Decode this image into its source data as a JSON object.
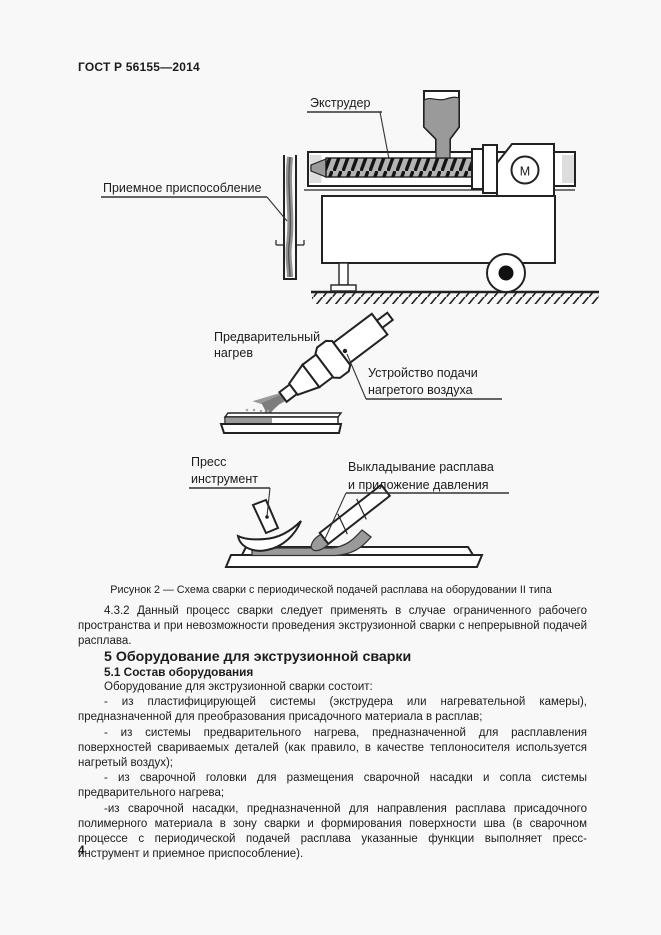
{
  "page": {
    "header": "ГОСТ Р 56155—2014",
    "page_number": "4"
  },
  "figure": {
    "labels": {
      "extruder": "Экструдер",
      "receiver": "Приемное приспособление",
      "preheat_line1": "Предварительный",
      "preheat_line2": "нагрев",
      "air_line1": "Устройство подачи",
      "air_line2": "нагретого воздуха",
      "press_line1": "Пресс",
      "press_line2": "инструмент",
      "melt_line1": "Выкладывание расплава",
      "melt_line2": "и приложение давления",
      "motor": "M"
    },
    "caption": "Рисунок 2 — Схема сварки с периодической подачей расплава на оборудовании II типа"
  },
  "content": {
    "para_432": "4.3.2 Данный процесс сварки следует применять в случае ограниченного рабочего пространства и при невозможности проведения экструзионной сварки с непрерывной подачей расплава.",
    "section5_title": "5 Оборудование для экструзионной сварки",
    "section51_title": "5.1 Состав оборудования",
    "intro": "Оборудование для экструзионной сварки состоит:",
    "items": [
      "- из пластифицирующей системы (экструдера или нагревательной камеры), предназначенной для преобразования присадочного материала в расплав;",
      "- из системы предварительного нагрева, предназначенной для расплавления поверхностей свариваемых деталей (как правило, в качестве теплоносителя используется нагретый воздух);",
      "- из сварочной головки для размещения сварочной насадки и сопла системы предварительного нагрева;",
      "-из сварочной насадки, предназначенной для направления расплава присадочного полимерного материала в зону сварки и формирования поверхности шва (в сварочном процессе с периодической подачей расплава указанные функции выполняет пресс-инструмент и приемное приспособление)."
    ]
  },
  "colors": {
    "ink": "#1c1c1c",
    "gray_fill": "#9a9a9a",
    "background": "#f8f8f8"
  }
}
